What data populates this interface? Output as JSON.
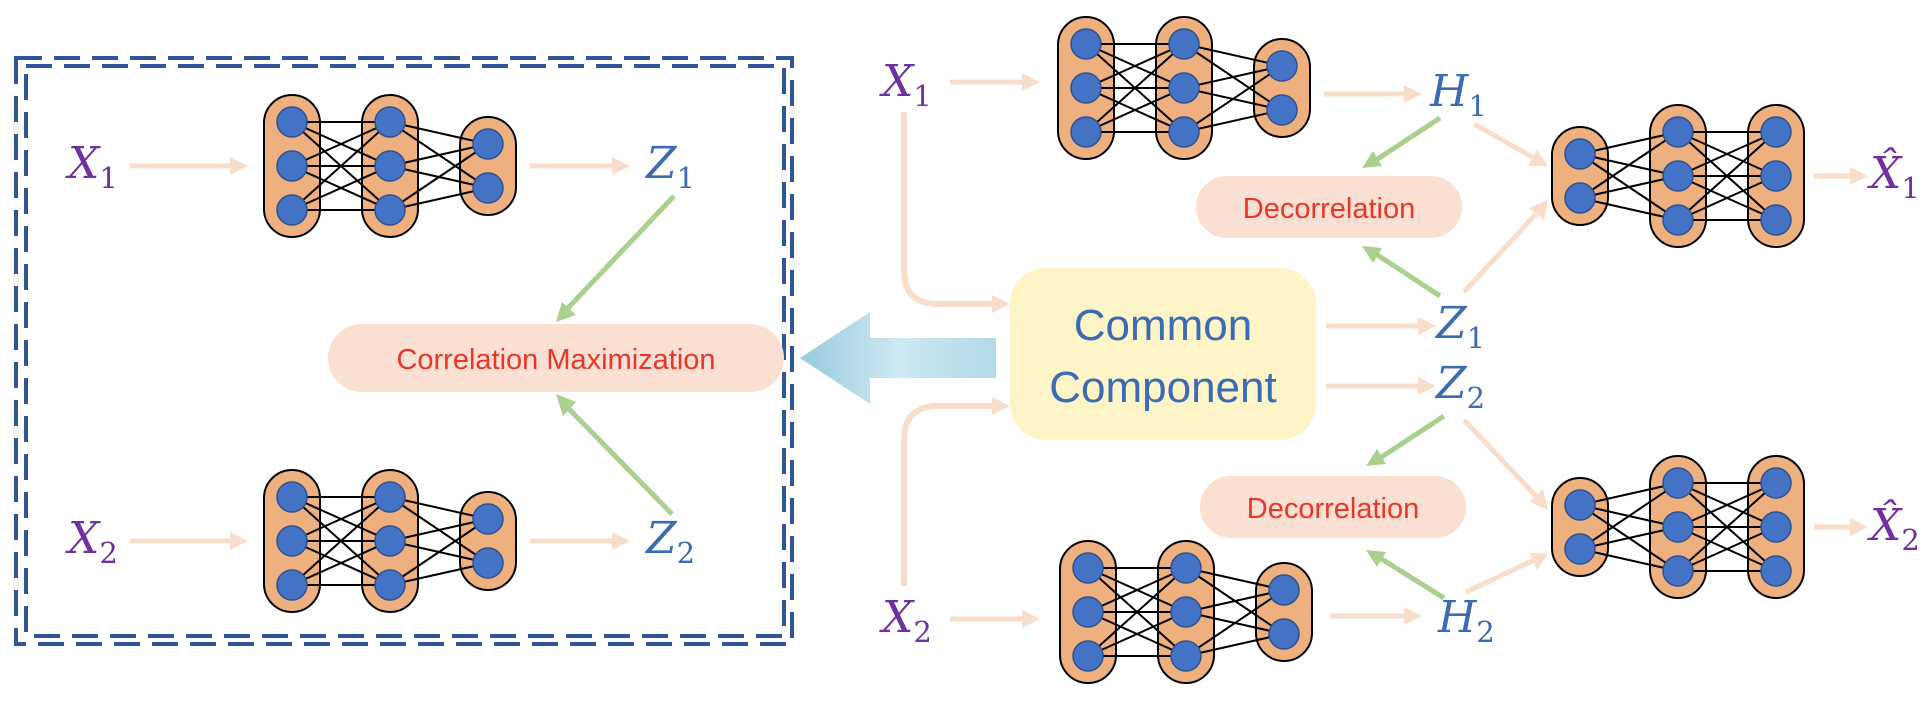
{
  "left_panel": {
    "inputs": [
      {
        "base": "X",
        "sub": "1"
      },
      {
        "base": "X",
        "sub": "2"
      }
    ],
    "outputs": [
      {
        "base": "Z",
        "sub": "1"
      },
      {
        "base": "Z",
        "sub": "2"
      }
    ],
    "objective_label": "Correlation Maximization"
  },
  "right_panel": {
    "inputs": [
      {
        "base": "X",
        "sub": "1"
      },
      {
        "base": "X",
        "sub": "2"
      }
    ],
    "hidden": [
      {
        "base": "H",
        "sub": "1"
      },
      {
        "base": "H",
        "sub": "2"
      }
    ],
    "shared": [
      {
        "base": "Z",
        "sub": "1"
      },
      {
        "base": "Z",
        "sub": "2"
      }
    ],
    "common_component": {
      "line1": "Common",
      "line2": "Component"
    },
    "decorrelation_labels": [
      "Decorrelation",
      "Decorrelation"
    ],
    "reconstructions": [
      {
        "base": "X̂",
        "sub": "1"
      },
      {
        "base": "X̂",
        "sub": "2"
      }
    ]
  },
  "colors": {
    "input_var": "#7030a0",
    "latent_var": "#3a6bb3",
    "layer_fill": "#eeb07e",
    "node_fill": "#4472c4",
    "arrow_peach": "#f9ddcb",
    "arrow_green": "#a9d08e",
    "pill_fill": "#f9e0d2",
    "pill_text": "#e8362a",
    "common_fill": "#fdf4c7",
    "dashed_border": "#2f5597",
    "transfer_arrow": "#a9d6e5"
  },
  "icons": [
    "neural-network-icon",
    "transfer-arrow-icon"
  ]
}
